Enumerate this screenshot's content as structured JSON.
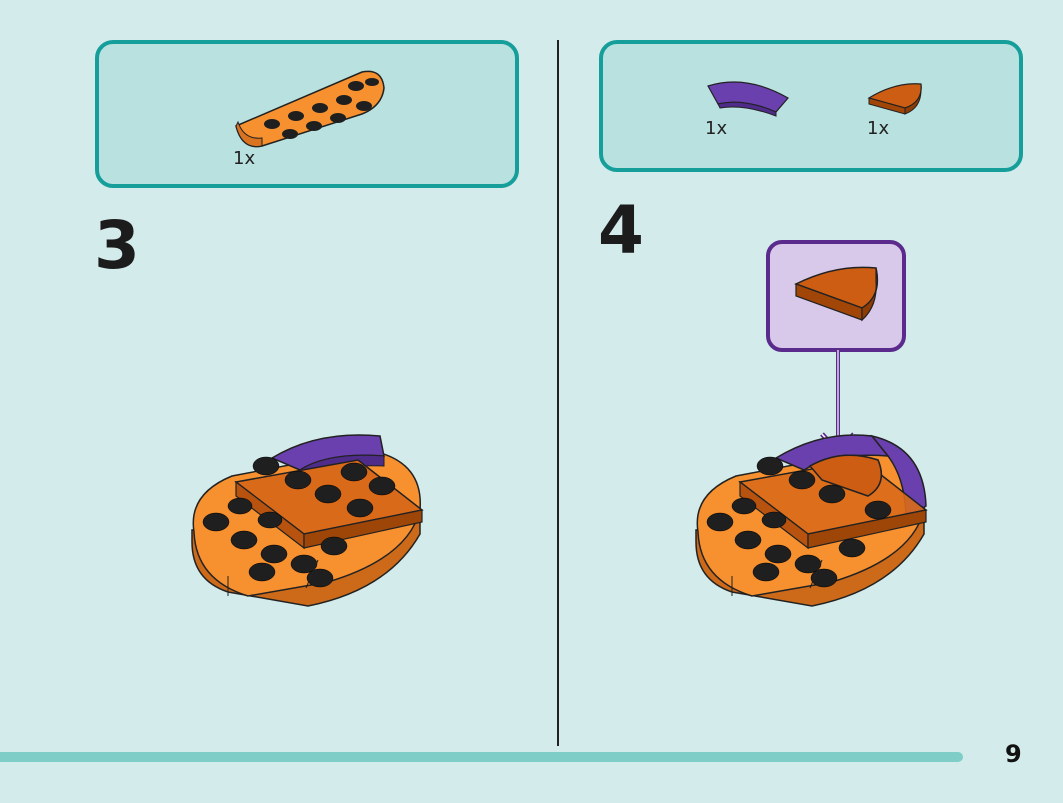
{
  "steps": [
    {
      "number": "3",
      "parts": [
        {
          "quantity": "1x",
          "icon": "orange-oval-plate-icon"
        }
      ]
    },
    {
      "number": "4",
      "parts": [
        {
          "quantity": "1x",
          "icon": "purple-curved-tile-icon"
        },
        {
          "quantity": "1x",
          "icon": "orange-half-round-tile-icon"
        }
      ]
    }
  ],
  "page_number": "9",
  "colors": {
    "background": "#d3ebeb",
    "parts_box_border": "#159e9a",
    "parts_box_fill": "#b8e1df",
    "callout_border": "#5a2b8c",
    "callout_fill": "#d8c8ea",
    "orange": "#f7902f",
    "dark_orange": "#cc5d12",
    "purple": "#6a3fae",
    "footer_bar": "#7ecdc6"
  }
}
